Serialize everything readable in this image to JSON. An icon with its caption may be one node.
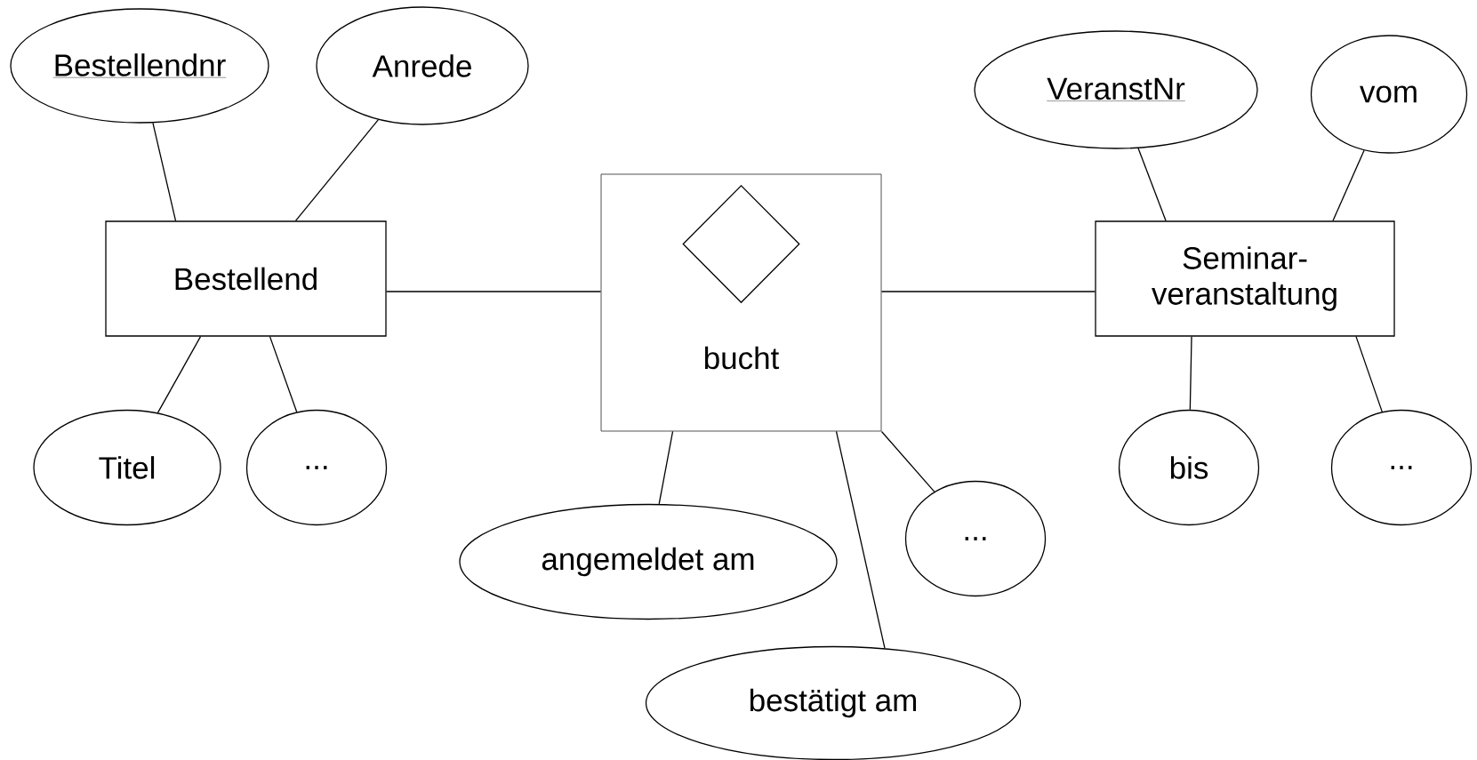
{
  "diagram": {
    "nodes": [
      {
        "text": [
          "Bestellendnr"
        ]
      },
      {
        "text": [
          "Anrede"
        ]
      },
      {
        "text": [
          "VeranstNr"
        ]
      },
      {
        "text": [
          "vom"
        ]
      },
      {
        "text": [
          "Bestellend"
        ]
      },
      {
        "text": [
          "bucht"
        ]
      },
      {
        "text": [],
        "shape": "diamond",
        "in": 5
      },
      {
        "text": [
          "Seminar- veranstaltung"
        ]
      },
      {
        "text": [
          "Titel"
        ]
      },
      {
        "text": [
          "..."
        ]
      },
      {
        "text": [
          "bis"
        ]
      },
      {
        "text": [
          "..."
        ]
      },
      {
        "text": [
          "..."
        ]
      },
      {
        "text": [
          "angemeldet am"
        ]
      },
      {
        "text": [
          "bestätigt am"
        ]
      }
    ],
    "edges": [
      {
        "from": 0,
        "to": 4,
        "arrow": "none"
      },
      {
        "from": 1,
        "to": 4,
        "arrow": "none"
      },
      {
        "from": 4,
        "to": 5,
        "arrow": "none"
      },
      {
        "from": 5,
        "to": 7,
        "arrow": "none"
      },
      {
        "from": 2,
        "to": 7,
        "arrow": "none"
      },
      {
        "from": 3,
        "to": 7,
        "arrow": "none"
      },
      {
        "from": 4,
        "to": 8,
        "arrow": "none"
      },
      {
        "from": 4,
        "to": 9,
        "arrow": "none"
      },
      {
        "from": 7,
        "to": 10,
        "arrow": "none"
      },
      {
        "from": 7,
        "to": 11,
        "arrow": "none"
      },
      {
        "from": 5,
        "to": 13,
        "arrow": "none"
      },
      {
        "from": 5,
        "to": 14,
        "arrow": "none"
      },
      {
        "from": 5,
        "to": 12,
        "arrow": "none"
      }
    ]
  }
}
